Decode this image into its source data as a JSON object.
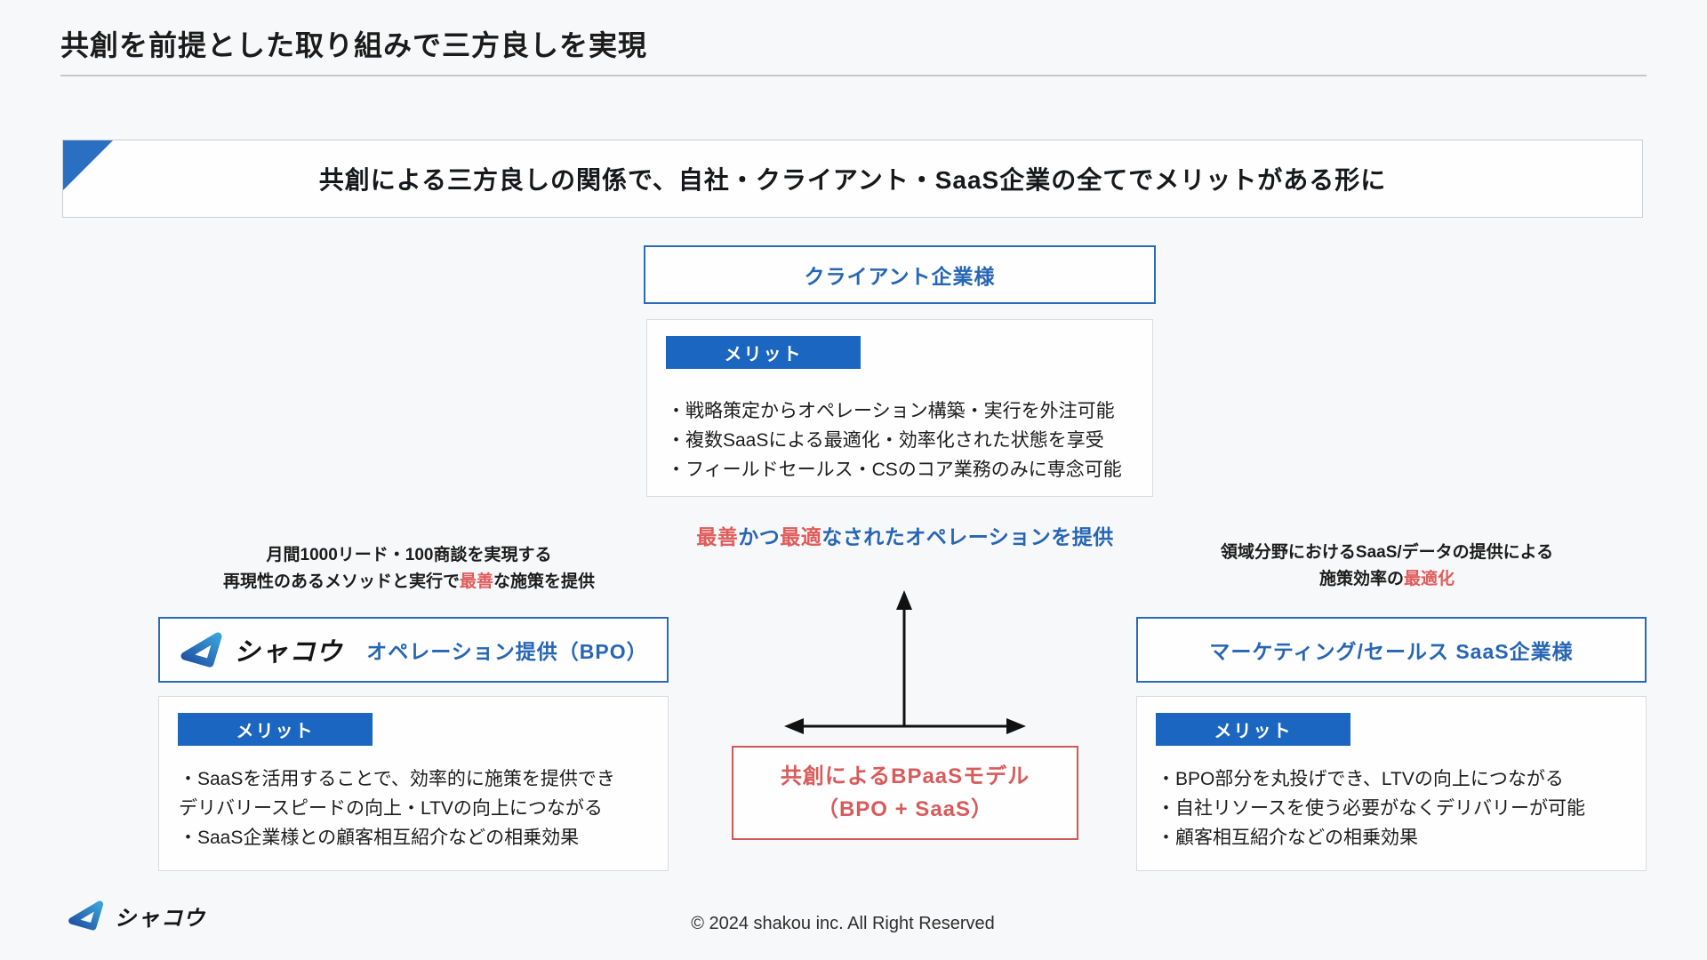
{
  "page": {
    "title": "共創を前提とした取り組みで三方良しを実現",
    "banner": "共創による三方良しの関係で、自社・クライアント・SaaS企業の全てでメリットがある形に"
  },
  "client": {
    "title": "クライアント企業様",
    "merit_label": "メリット",
    "bullets": [
      "・戦略策定からオペレーション構築・実行を外注可能",
      "・複数SaaSによる最適化・効率化された状態を享受",
      "・フィールドセールス・CSのコア業務のみに専念可能"
    ]
  },
  "provide_line": {
    "red1": "最善",
    "mid": "かつ",
    "red2": "最適",
    "rest": "なされたオペレーションを提供"
  },
  "left_note": {
    "line1": "月間1000リード・100商談を実現する",
    "line2_pre": "再現性のあるメソッドと実行で",
    "line2_red": "最善",
    "line2_post": "な施策を提供"
  },
  "right_note": {
    "line1": "領域分野におけるSaaS/データの提供による",
    "line2_pre": "施策効率の",
    "line2_red": "最適化"
  },
  "bpo": {
    "logo_text": "シャコウ",
    "title": "オペレーション提供（BPO）",
    "merit_label": "メリット",
    "bullets": [
      "・SaaSを活用することで、効率的に施策を提供でき",
      "デリバリースピードの向上・LTVの向上につながる",
      "・SaaS企業様との顧客相互紹介などの相乗効果"
    ]
  },
  "saas": {
    "title": "マーケティング/セールス SaaS企業様",
    "merit_label": "メリット",
    "bullets": [
      "・BPO部分を丸投げでき、LTVの向上につながる",
      "・自社リソースを使う必要がなくデリバリーが可能",
      "・顧客相互紹介などの相乗効果"
    ]
  },
  "bpaas": {
    "line1": "共創によるBPaaSモデル",
    "line2": "（BPO + SaaS）"
  },
  "footer": {
    "logo_text": "シャコウ",
    "copyright": "© 2024 shakou inc. All Right Reserved"
  },
  "colors": {
    "accent_blue": "#1a66c0",
    "border_blue": "#2a6bb7",
    "text_blue": "#2766b4",
    "accent_red": "#d85b5b",
    "background": "#f7f8f9"
  }
}
